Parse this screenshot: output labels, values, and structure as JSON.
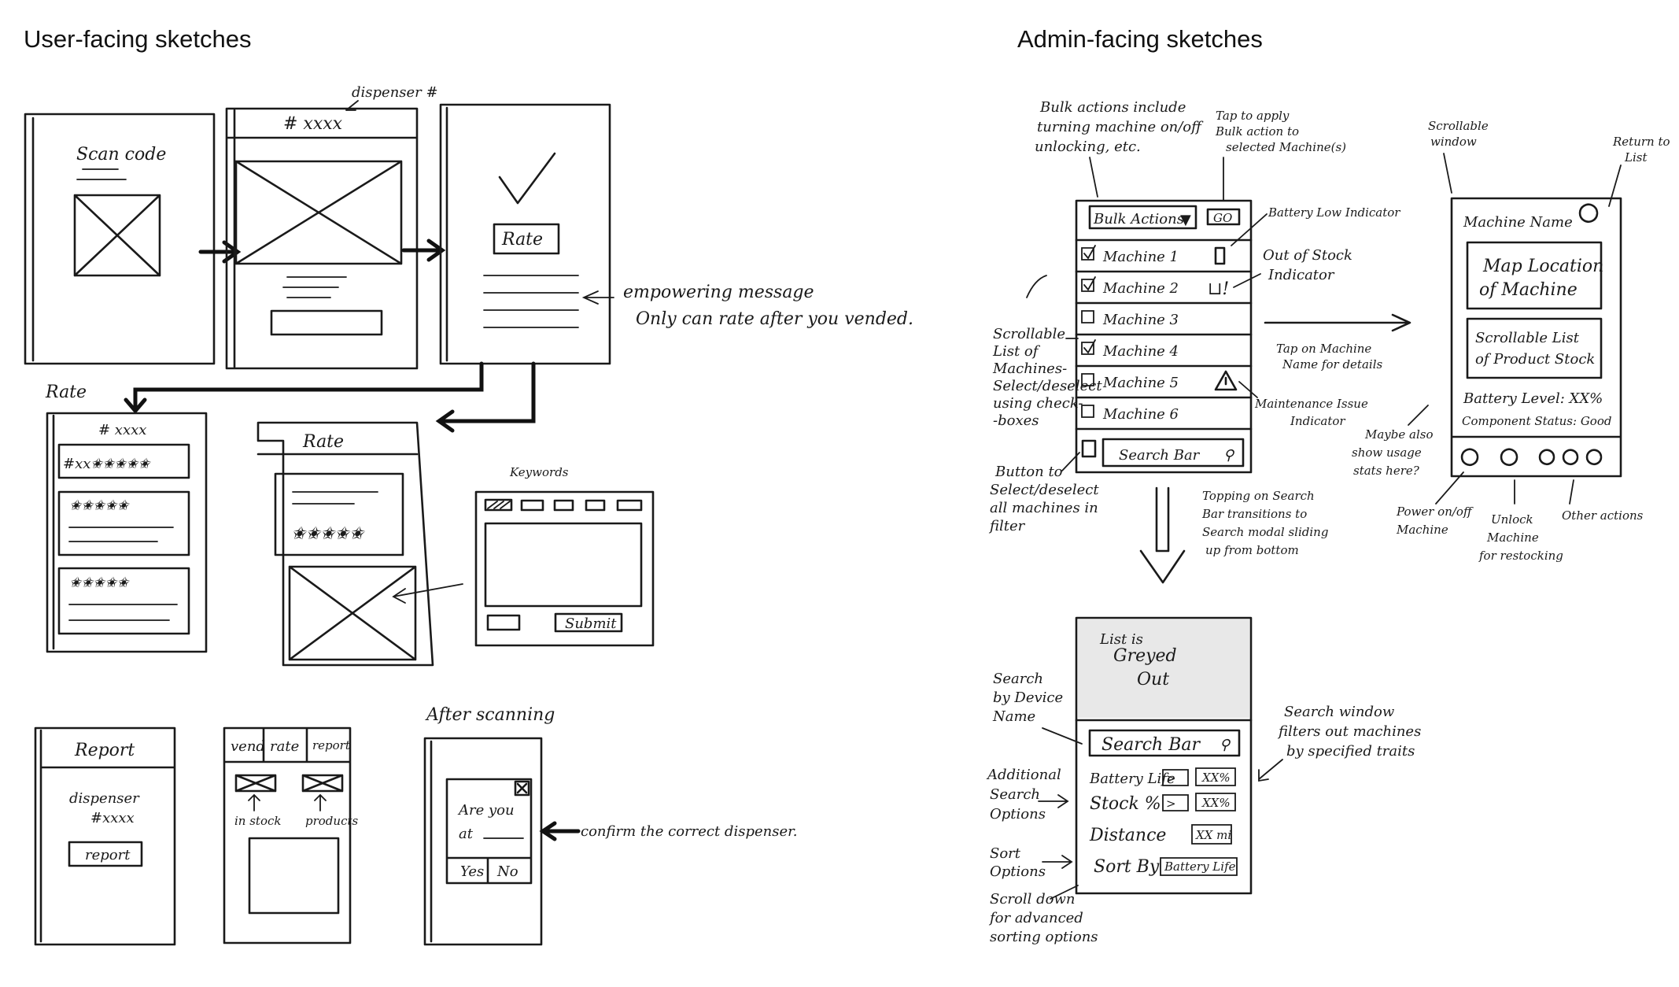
{
  "headings": {
    "user": "User-facing sketches",
    "admin": "Admin-facing sketches"
  },
  "user_sketches": {
    "scan_title": "Scan code",
    "dispenser_note": "dispenser #",
    "dispenser_id": "# xxxx",
    "rate_button": "Rate",
    "empowering_note_1": "empowering message",
    "empowering_note_2": "Only can rate after you vended.",
    "rate_heading": "Rate",
    "rate_card_id": "# xxxx",
    "rate_card_row": "#xx",
    "rate2_title": "Rate",
    "keywords_label": "Keywords",
    "submit_button": "Submit",
    "report_title": "Report",
    "report_dispenser": "dispenser",
    "report_dispenser_id": "#xxxx",
    "report_button": "report",
    "tabs": [
      "vend",
      "rate",
      "report"
    ],
    "in_stock_label": "in stock",
    "products_label": "products",
    "after_scanning": "After scanning",
    "dialog_line_1": "Are you",
    "dialog_line_2": "at",
    "dialog_yes": "Yes",
    "dialog_no": "No",
    "confirm_note": "confirm the correct dispenser."
  },
  "admin_sketches": {
    "bulk_note_1": "Bulk actions include",
    "bulk_note_2": "turning machine on/off",
    "bulk_note_3": "unlocking, etc.",
    "tap_note_1": "Tap to apply",
    "tap_note_2": "Bulk action to",
    "tap_note_3": "selected Machine(s)",
    "bulk_actions": "Bulk Actions",
    "go_button": "GO",
    "machines": [
      "Machine 1",
      "Machine 2",
      "Machine 3",
      "Machine 4",
      "Machine 5",
      "Machine 6"
    ],
    "battery_note": "Battery Low Indicator",
    "oos_note_1": "Out of Stock",
    "oos_note_2": "Indicator",
    "scroll_list_note": [
      "Scrollable",
      "List of",
      "Machines-",
      "Select/deselect",
      "using check-",
      "-boxes"
    ],
    "tap_machine_1": "Tap on Machine",
    "tap_machine_2": "Name for details",
    "maint_note_1": "Maintenance Issue",
    "maint_note_2": "Indicator",
    "search_bar": "Search Bar",
    "select_note": [
      "Button to",
      "Select/deselect",
      "all machines in",
      "filter"
    ],
    "topping_note": [
      "Topping on Search",
      "Bar transitions to",
      "Search modal sliding",
      "up from bottom"
    ],
    "scroll_window_1": "Scrollable",
    "scroll_window_2": "window",
    "return_note_1": "Return to",
    "return_note_2": "List",
    "machine_name": "Machine Name",
    "map_1": "Map Location",
    "map_2": "of Machine",
    "stock_1": "Scrollable List",
    "stock_2": "of Product Stock",
    "battery_level": "Battery Level: XX%",
    "component_status": "Component Status: Good",
    "usage_note": [
      "Maybe also",
      "show usage",
      "stats here?"
    ],
    "power_note_1": "Power on/off",
    "power_note_2": "Machine",
    "unlock_note": [
      "Unlock",
      "Machine",
      "for restocking"
    ],
    "other_note": "Other actions",
    "greyed_1": "List is",
    "greyed_2": "Greyed",
    "greyed_3": "Out",
    "search_device_note": [
      "Search",
      "by Device",
      "Name"
    ],
    "additional_note": [
      "Additional",
      "Search",
      "Options"
    ],
    "sort_note": [
      "Sort",
      "Options"
    ],
    "scroll_down_note": [
      "Scroll down",
      "for advanced",
      "sorting options"
    ],
    "battery_life": "Battery Life",
    "stock_pct": "Stock %",
    "distance": "Distance",
    "sort_by": "Sort By",
    "op": ">",
    "xx_pct": "XX%",
    "xx_mi": "XX mi",
    "sort_value": "Battery Life",
    "filter_note": [
      "Search window",
      "filters out machines",
      "by specified traits"
    ]
  }
}
